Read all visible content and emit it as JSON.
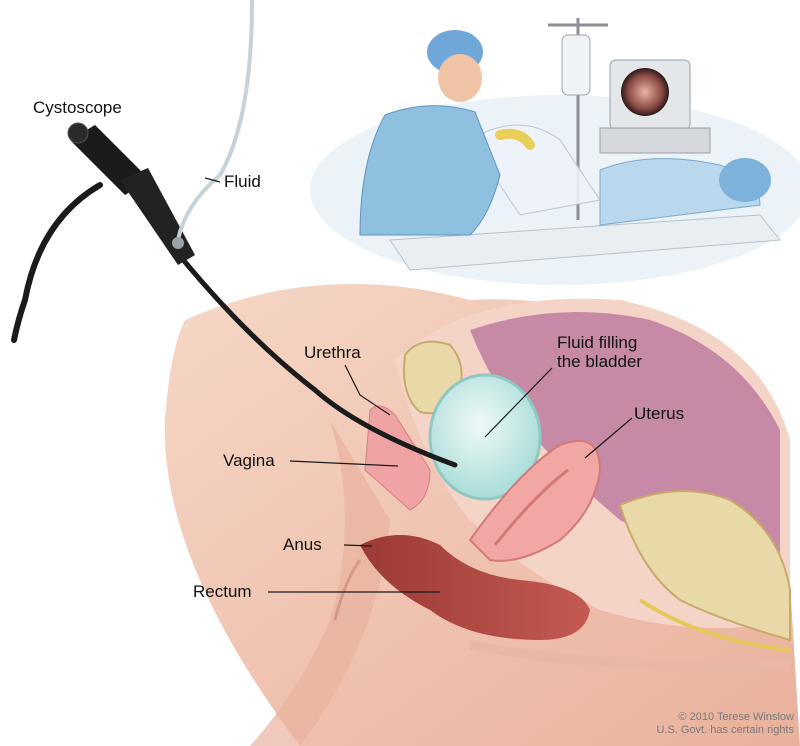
{
  "labels": {
    "cystoscope": "Cystoscope",
    "fluid": "Fluid",
    "urethra": "Urethra",
    "fluid_filling_line1": "Fluid filling",
    "fluid_filling_line2": "the bladder",
    "uterus": "Uterus",
    "vagina": "Vagina",
    "anus": "Anus",
    "rectum": "Rectum"
  },
  "credit": {
    "line1": "© 2010 Terese Winslow",
    "line2": "U.S. Govt. has certain rights"
  },
  "colors": {
    "skin": "#f3c9b3",
    "skin_shadow": "#e4a995",
    "tissue_pink": "#f0a3a4",
    "bladder_fill": "#c9ecea",
    "rectum": "#b34a45",
    "bone": "#ead9a8",
    "cavity": "#c68aa7",
    "gown_blue": "#8fc0e0",
    "scope_black": "#1b1b1b"
  }
}
